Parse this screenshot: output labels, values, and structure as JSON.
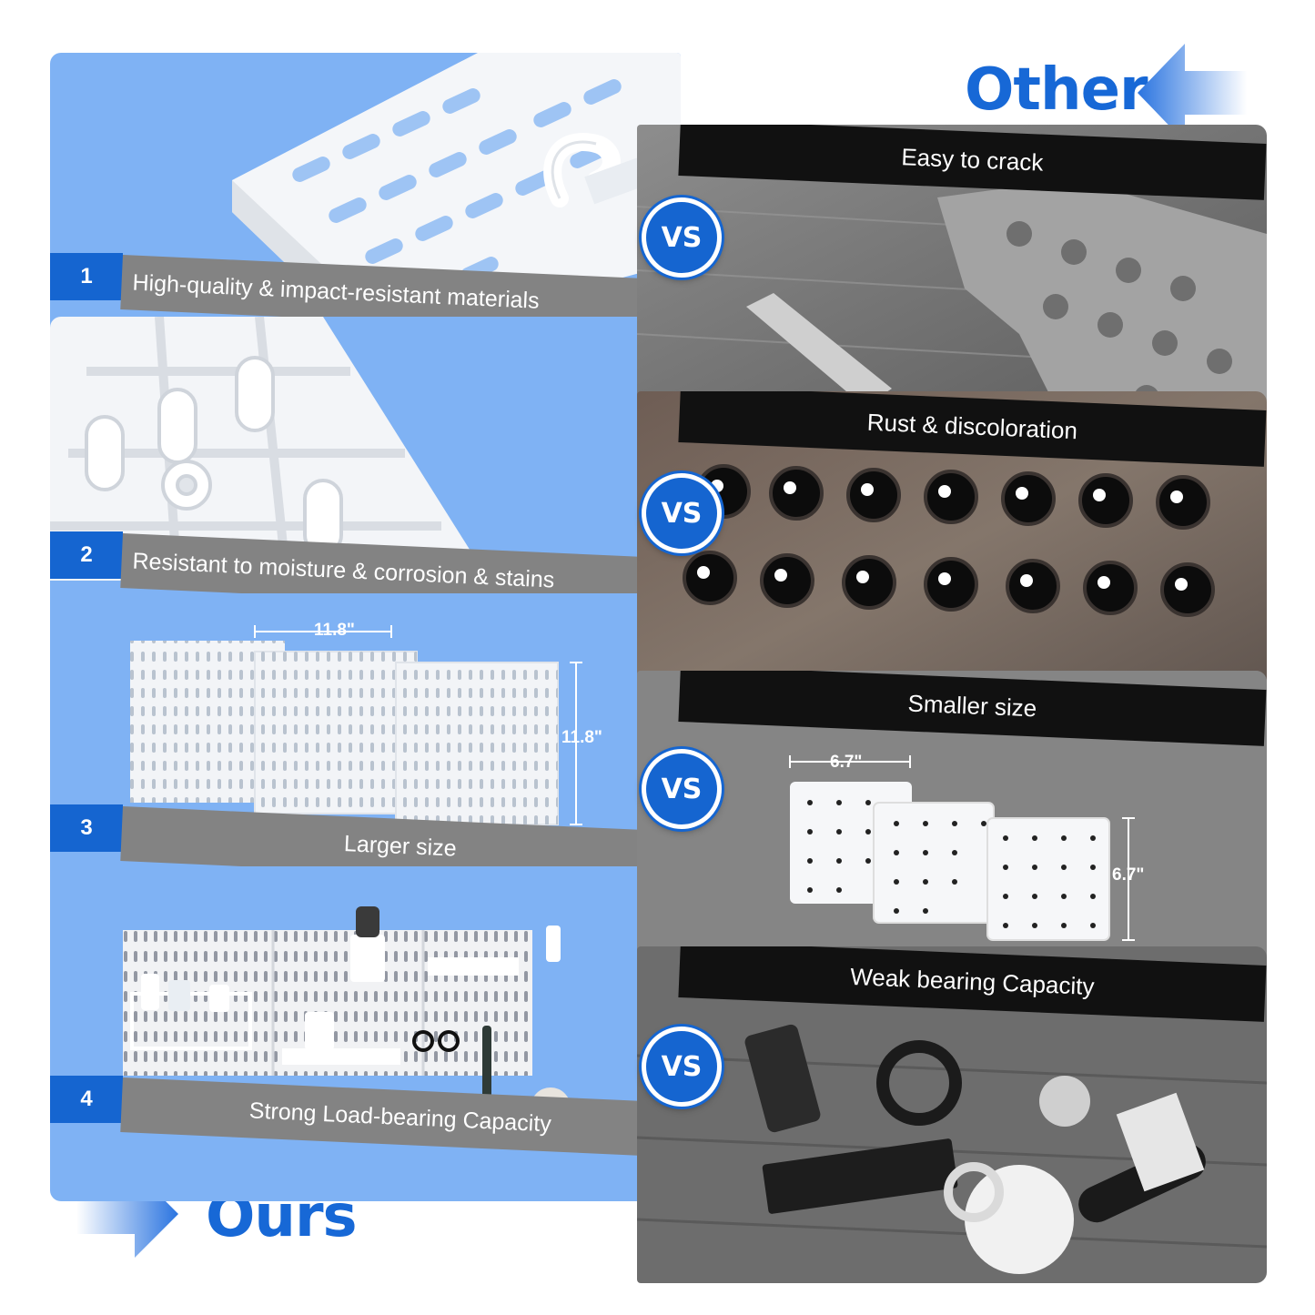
{
  "header": {
    "other_label": "Other",
    "ours_label": "Ours"
  },
  "vs_label": "VS",
  "features": [
    {
      "number": "1",
      "ours_caption": "High-quality & impact-resistant materials",
      "other_caption": "Easy to crack"
    },
    {
      "number": "2",
      "ours_caption": "Resistant to moisture & corrosion & stains",
      "other_caption": "Rust & discoloration"
    },
    {
      "number": "3",
      "ours_caption": "Larger size",
      "other_caption": "Smaller size"
    },
    {
      "number": "4",
      "ours_caption": "Strong Load-bearing Capacity",
      "other_caption": "Weak bearing Capacity"
    }
  ],
  "dimensions": {
    "ours_width": "11.8\"",
    "ours_height": "11.8\"",
    "other_width": "6.7\"",
    "other_height": "6.7\""
  },
  "colors": {
    "brand_blue": "#1565d0",
    "panel_blue": "#7fb2f4",
    "caption_gray": "#838383",
    "title_black": "#111111"
  }
}
